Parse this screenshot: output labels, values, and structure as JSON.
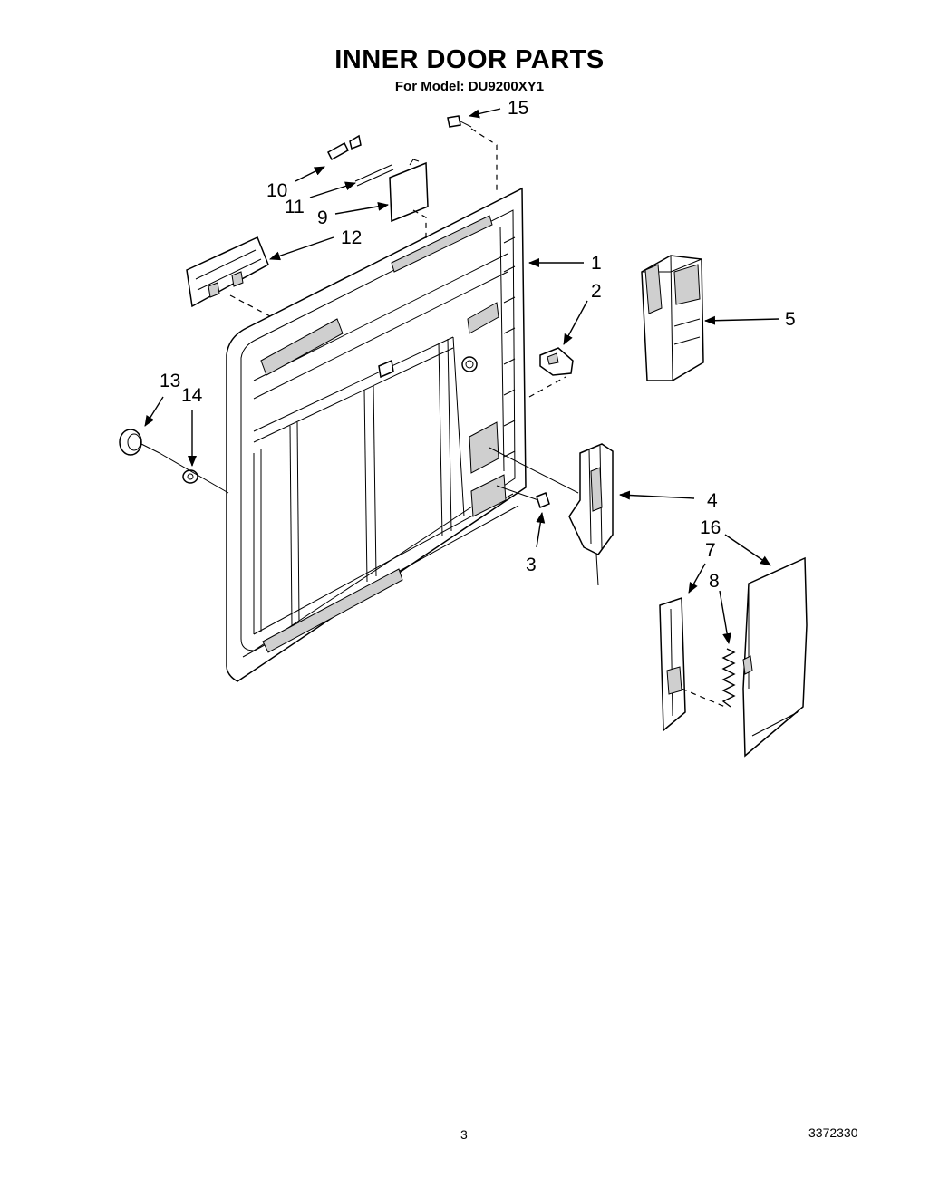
{
  "header": {
    "title": "INNER DOOR PARTS",
    "subtitle": "For Model: DU9200XY1"
  },
  "callouts": {
    "c1": "1",
    "c2": "2",
    "c3": "3",
    "c4": "4",
    "c5": "5",
    "c7": "7",
    "c8": "8",
    "c9": "9",
    "c10": "10",
    "c11": "11",
    "c12": "12",
    "c13": "13",
    "c14": "14",
    "c15": "15",
    "c16": "16"
  },
  "footer": {
    "page_number": "3",
    "document_number": "3372330"
  }
}
